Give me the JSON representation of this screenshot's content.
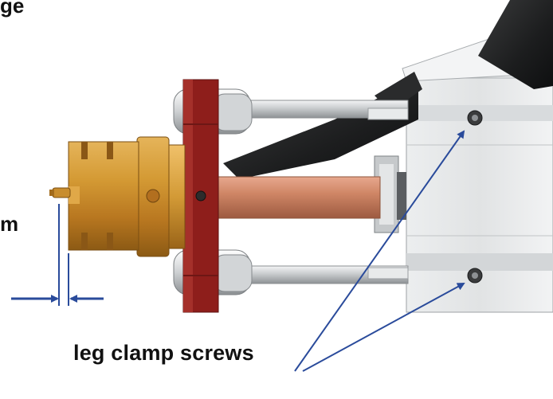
{
  "labels": {
    "top_fragment": "ge",
    "mid_fragment": "m",
    "callout": "leg clamp screws"
  },
  "colors": {
    "arrow": "#2a4b9b",
    "brass": "#c98a2a",
    "red_plate": "#8e1e1b",
    "copper": "#c97a5c",
    "steel": "#d7dadc",
    "black_cover": "#1e1f20"
  }
}
